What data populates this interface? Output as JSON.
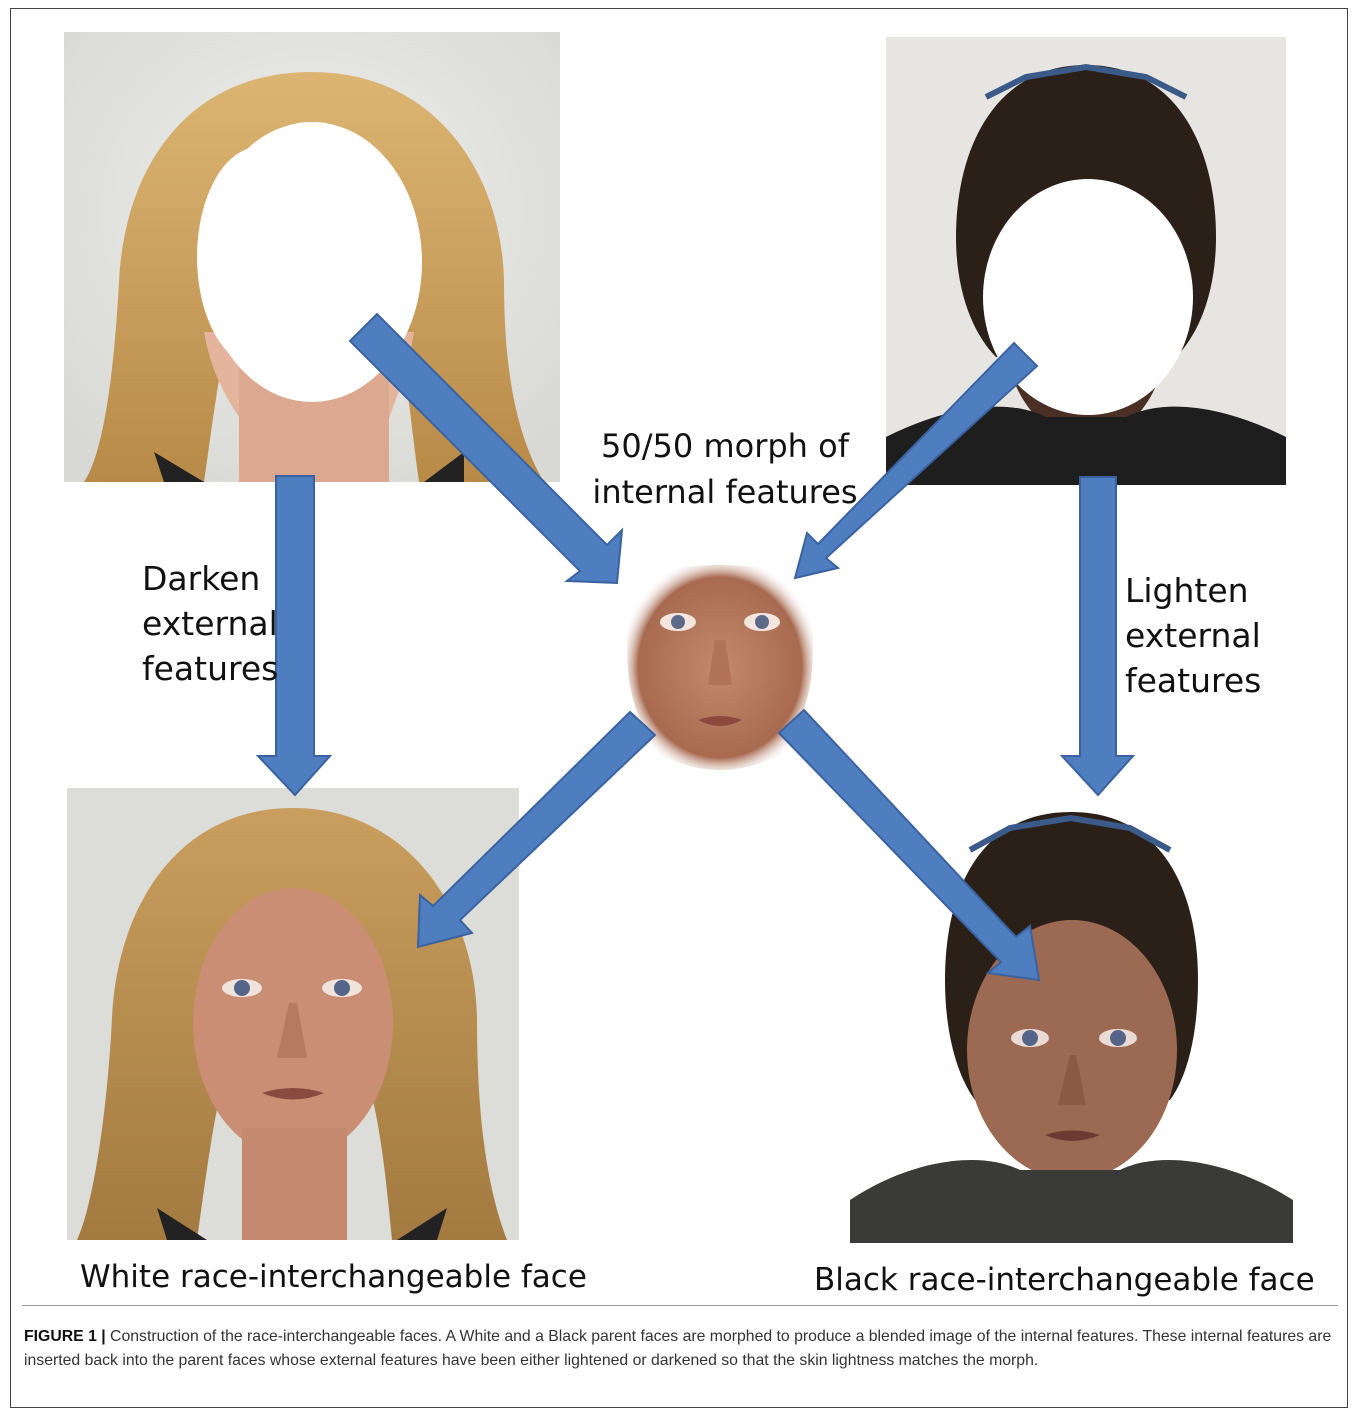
{
  "figure": {
    "labels": {
      "morph_line1": "50/50 morph of",
      "morph_line2": "internal features",
      "darken_line1": "Darken",
      "darken_line2": "external",
      "darken_line3": "features",
      "lighten_line1": "Lighten",
      "lighten_line2": "external",
      "lighten_line3": "features"
    },
    "bottom_captions": {
      "white": "White race-interchangeable face",
      "black": "Black race-interchangeable face"
    },
    "caption": {
      "label": "FIGURE 1 |",
      "text": " Construction of the race-interchangeable faces. A White and a Black parent faces are morphed to produce a blended image of the internal features. These internal features are inserted back into the parent faces whose external features have been either lightened or darkened so that the skin lightness matches the morph."
    },
    "colors": {
      "arrow_fill": "#4f7ec0",
      "arrow_stroke": "#3a62a0",
      "light_hair": "#c9a060",
      "dark_hair": "#2a2018",
      "light_skin": "#d9a48c",
      "dark_skin": "#4a3024",
      "morph_skin": "#b9785e"
    },
    "images": [
      "white-parent-face-photo",
      "black-parent-face-photo",
      "morph-internal-features-photo",
      "white-race-interchangeable-face-photo",
      "black-race-interchangeable-face-photo"
    ]
  }
}
